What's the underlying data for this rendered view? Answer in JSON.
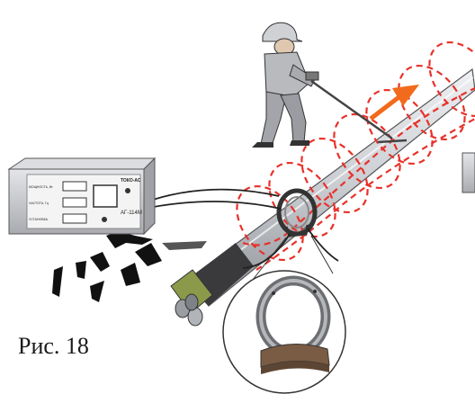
{
  "figure": {
    "caption": "Рис. 18"
  },
  "generator": {
    "brand": "ТОКО-АС",
    "model": "АГ-114М",
    "labels": [
      "МОЩНОСТЬ, Вт",
      "ЧАСТОТА, Гц",
      "УСТАНОВКА"
    ]
  },
  "colors": {
    "field_lines": "#e8312a",
    "arrow": "#f26a1b",
    "cable": "#c9ccd1",
    "device_body": "#c4c6ca"
  },
  "icons": {
    "operator": "person-with-locator-icon",
    "clamp": "inductive-clamp-icon"
  }
}
